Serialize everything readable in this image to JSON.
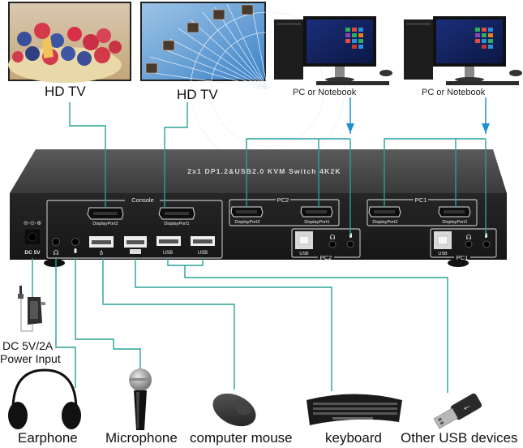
{
  "diagram": {
    "title": "2x1 DP1.2&USB2.0 KVM Switch 4K2K",
    "line_color": "#2aa198",
    "arrow_color": "#1e8fd0",
    "displays": [
      {
        "label": "HD TV",
        "image": "fruit-bowl-photo"
      },
      {
        "label": "HD TV",
        "image": "ferris-wheel-photo"
      }
    ],
    "computers": [
      {
        "label": "PC or Notebook"
      },
      {
        "label": "PC or Notebook"
      }
    ],
    "device_panel": {
      "power_symbol": "⊖-⊙-⊕",
      "dc_label": "DC 5V",
      "console": {
        "group_label": "Console",
        "dp2_label": "DisplayPort2",
        "dp1_label": "DisplayPort1",
        "usb_label_1": "USB",
        "usb_label_2": "USB"
      },
      "pc2": {
        "group_label": "PC2",
        "dp2_label": "DisplayPort2",
        "dp1_label": "DisplayPort1",
        "usb_label": "USB",
        "sub_label": "PC2"
      },
      "pc1": {
        "group_label": "PC1",
        "dp2_label": "DisplayPort2",
        "dp1_label": "DisplayPort1",
        "usb_label": "USB",
        "sub_label": "PC1"
      }
    },
    "power": {
      "line1": "DC 5V/2A",
      "line2": "Power Input"
    },
    "peripherals": [
      {
        "label": "Earphone",
        "icon": "headphones-icon"
      },
      {
        "label": "Microphone",
        "icon": "microphone-icon"
      },
      {
        "label": "computer mouse",
        "icon": "mouse-icon"
      },
      {
        "label": "keyboard",
        "icon": "keyboard-icon"
      },
      {
        "label": "Other USB devices",
        "icon": "usb-drive-icon"
      }
    ]
  }
}
